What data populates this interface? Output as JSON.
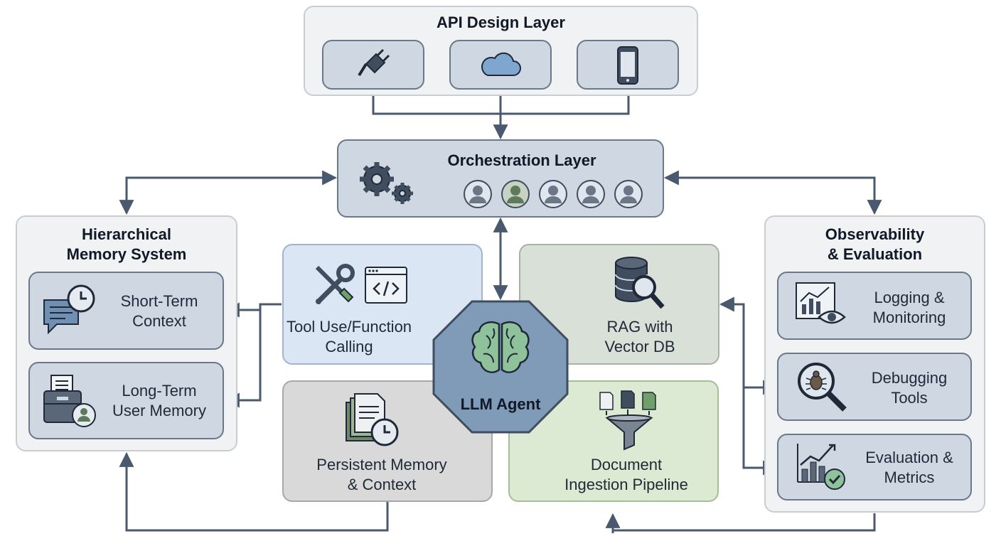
{
  "api_layer": {
    "title": "API Design Layer",
    "icons": [
      "plug-icon",
      "cloud-icon",
      "mobile-phone-icon"
    ]
  },
  "orchestration": {
    "title": "Orchestration Layer",
    "icons": [
      "gears-icon",
      "agent-avatar-icon"
    ]
  },
  "memory_system": {
    "title": "Hierarchical\nMemory System",
    "short_term": "Short-Term\nContext",
    "long_term": "Long-Term\nUser Memory"
  },
  "tool_use": {
    "label": "Tool Use/Function\nCalling"
  },
  "rag": {
    "label": "RAG with\nVector DB"
  },
  "persistent": {
    "label": "Persistent Memory\n& Context"
  },
  "ingestion": {
    "label": "Document\nIngestion Pipeline"
  },
  "agent": {
    "label": "LLM Agent"
  },
  "observability": {
    "title": "Observability\n& Evaluation",
    "logging": "Logging &\nMonitoring",
    "debugging": "Debugging\nTools",
    "evaluation": "Evaluation &\nMetrics"
  },
  "colors": {
    "accent": "#4a5a6e",
    "tool_bg": "#dae6f3",
    "rag_bg": "#d9e0d8",
    "ingest_bg": "#dcead3",
    "agent_bg": "#7f9bb8"
  }
}
